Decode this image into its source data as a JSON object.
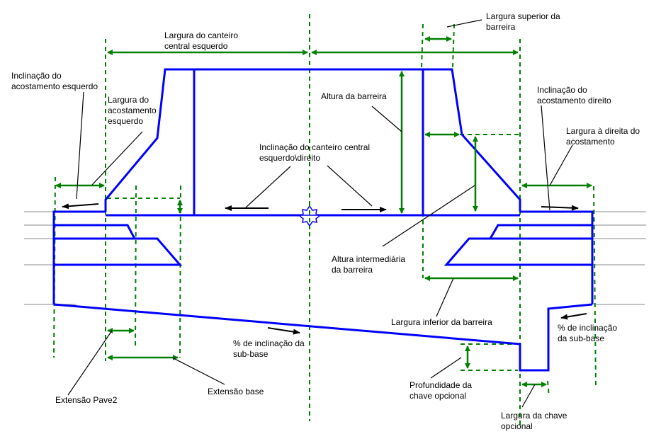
{
  "title": "Seção transversal da barreira de canteiro central com pavimento",
  "colors": {
    "structure": "#0000ff",
    "dimension": "#008000",
    "leader": "#000000",
    "ground": "#a0a0a0"
  },
  "labels": {
    "median_left_width": "Largura do canteiro\ncentral esquerdo",
    "barrier_top_width": "Largura superior da\nbarreira",
    "left_shoulder_slope": "Inclinação do\nacostamento esquerdo",
    "left_shoulder_width": "Largura do\nacostamento\nesquerdo",
    "barrier_height": "Altura da barreira",
    "right_shoulder_slope": "Inclinação do\nacostamento direito",
    "right_shoulder_width": "Largura à direita do\nacostamento",
    "median_slope": "Inclinação do canteiro central\nesquerdo\\direito",
    "barrier_mid_height": "Altura intermediária\nda barreira",
    "barrier_bottom_width": "Largura inferior da barreira",
    "subbase_slope_left": "% de inclinação da\nsub-base",
    "subbase_slope_right": "% de inclinação\nda sub-base",
    "pave2_extension": "Extensão Pave2",
    "base_extension": "Extensão base",
    "key_depth": "Profundidade da\nchave opcional",
    "key_width": "Largura da chave\nopcional"
  },
  "icons": {
    "insertion_point": "baseline-marker-icon"
  }
}
